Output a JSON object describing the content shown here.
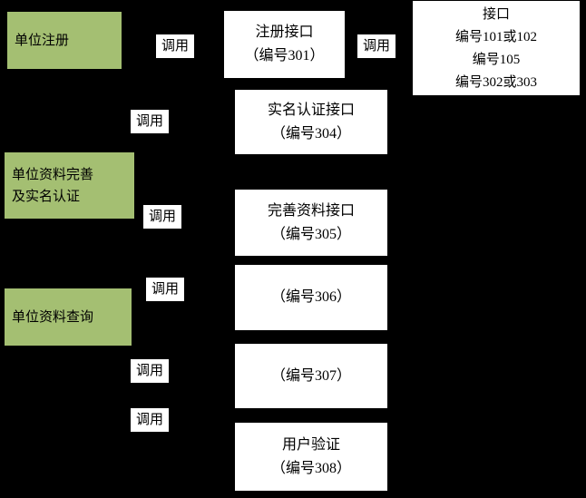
{
  "colors": {
    "background": "#000000",
    "green_node": "#a4bf72",
    "white_node": "#ffffff",
    "text": "#000000"
  },
  "call_label": "调用",
  "left": [
    {
      "lines": [
        "单位注册"
      ]
    },
    {
      "lines": [
        "单位资料完善",
        "及实名认证"
      ]
    },
    {
      "lines": [
        "单位资料查询"
      ]
    }
  ],
  "middle": [
    {
      "lines": [
        "注册接口",
        "（编号301）"
      ]
    },
    {
      "lines": [
        "实名认证接口",
        "（编号304）"
      ]
    },
    {
      "lines": [
        "完善资料接口",
        "（编号305）"
      ]
    },
    {
      "lines": [
        "（编号306）"
      ]
    },
    {
      "lines": [
        "（编号307）"
      ]
    },
    {
      "lines": [
        "用户验证",
        "（编号308）"
      ]
    }
  ],
  "right": {
    "lines": [
      "接口",
      "编号101或102",
      "编号105",
      "编号302或303"
    ]
  }
}
